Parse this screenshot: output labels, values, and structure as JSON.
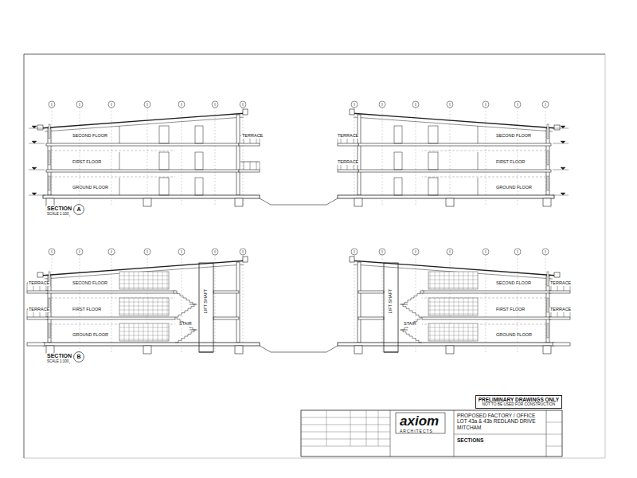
{
  "diagram": {
    "nodes": [
      {
        "text": [
          "A"
        ]
      },
      {
        "text": [
          "B"
        ]
      },
      {
        "text": [
          "PRELIMINARY DRAWINGS ONLY",
          "NOT TO BE USED FOR CONSTRUCTION"
        ]
      },
      {
        "text": [
          "axiom",
          "ARCHITECTS"
        ]
      },
      {
        "text": [
          "PROPOSED FACTORY / OFFICE LOT 43a & 43b REDLAND DRIVE MITCHAM"
        ]
      },
      {
        "text": [
          "SECTIONS"
        ]
      }
    ],
    "labels": [
      "SECOND FLOOR",
      "TERRACE",
      "FIRST FLOOR",
      "GROUND FLOOR",
      "TERRACE",
      "SECOND FLOOR",
      "TERRACE",
      "FIRST FLOOR",
      "GROUND FLOOR",
      "SECTION",
      "SCALE 1:100",
      "SECOND FLOOR",
      "LIFT SHAFT",
      "TERRACE",
      "FIRST FLOOR",
      "TERRACE",
      "STAIR",
      "GROUND FLOOR",
      "LIFT SHAFT",
      "STAIR",
      "SECOND FLOOR",
      "TERRACE",
      "FIRST FLOOR",
      "TERRACE",
      "GROUND FLOOR",
      "SECTION",
      "SCALE 1:100"
    ]
  }
}
